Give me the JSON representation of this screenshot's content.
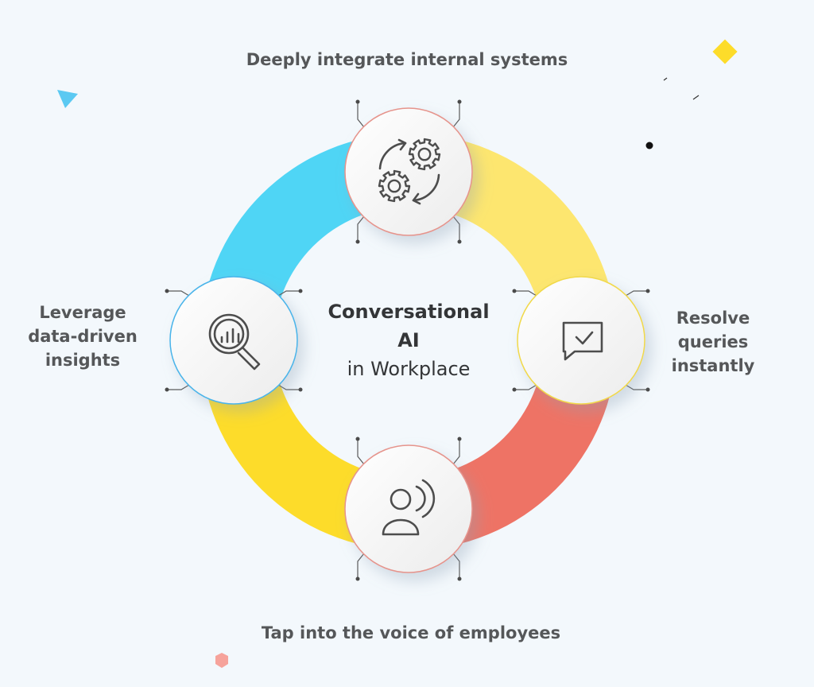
{
  "center": {
    "line1": "Conversational",
    "line2": "AI",
    "line3": "in Workplace"
  },
  "steps": [
    {
      "id": "top",
      "label": "Deeply integrate internal systems",
      "icon": "gears-sync-icon",
      "color": "#fde66f"
    },
    {
      "id": "right",
      "label_lines": [
        "Resolve",
        "queries",
        "instantly"
      ],
      "icon": "chat-check-icon",
      "color": "#ee7365"
    },
    {
      "id": "bottom",
      "label": "Tap into the voice of employees",
      "icon": "speaking-person-icon",
      "color": "#fddc2a"
    },
    {
      "id": "left",
      "label_lines": [
        "Leverage",
        "data-driven",
        "insights"
      ],
      "icon": "magnify-chart-icon",
      "color": "#4fd5f5"
    }
  ],
  "colors": {
    "background": "#f3f8fc",
    "cyan": "#4fd5f5",
    "light_yellow": "#fde66f",
    "coral": "#ee7365",
    "yellow": "#fddc2a",
    "text": "#555759"
  }
}
